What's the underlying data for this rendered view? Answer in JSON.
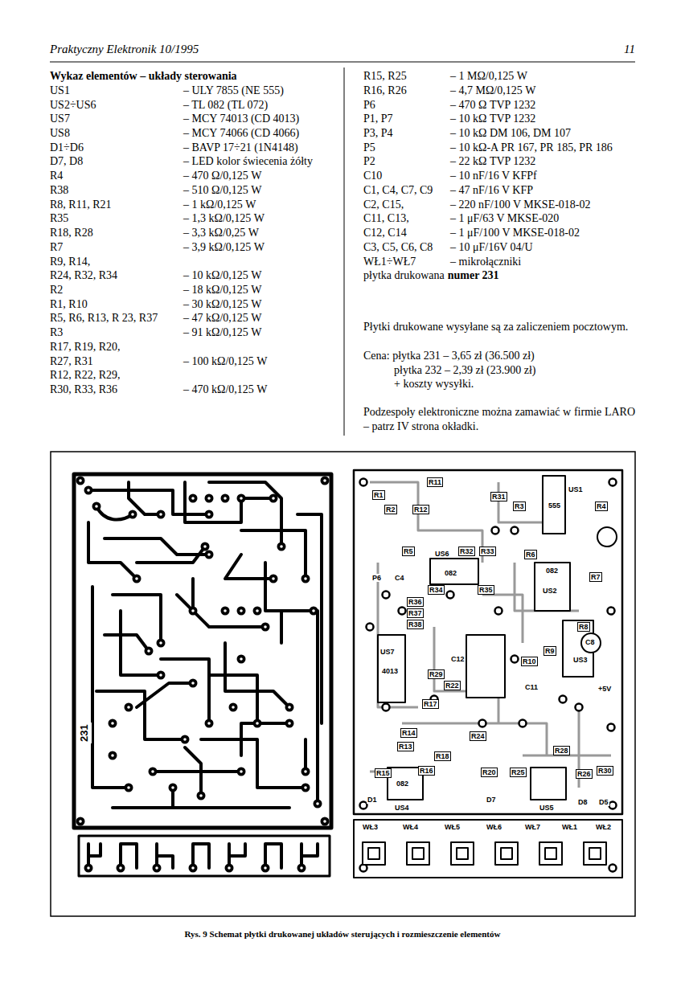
{
  "diagram": {
    "title": "Wykaz elementów – układy sterowania",
    "caption": "Rys. 9 Schemat płytki drukowanej układów sterujących i rozmieszczenie elementów",
    "labels": [
      "Praktyczny Elektronik 10/1995",
      "11",
      "US1",
      "– ULY 7855 (NE 555)",
      "US2÷US6",
      "– TL 082 (TL 072)",
      "US7",
      "– MCY 74013 (CD 4013)",
      "US8",
      "– MCY 74066 (CD 4066)",
      "D1÷D6",
      "– BAVP 17÷21 (1N4148)",
      "D7, D8",
      "– LED kolor świecenia żółty",
      "R4",
      "– 470 Ω/0,125 W",
      "R38",
      "– 510 Ω/0,125 W",
      "R8, R11, R21",
      "– 1 kΩ/0,125 W",
      "R35",
      "– 1,3 kΩ/0,125 W",
      "R18, R28",
      "– 3,3 kΩ/0,25 W",
      "R7",
      "– 3,9 kΩ/0,125 W",
      "R9, R14,",
      "R24, R32, R34",
      "– 10 kΩ/0,125 W",
      "R2",
      "– 18 kΩ/0,125 W",
      "R1, R10",
      "– 30 kΩ/0,125 W",
      "R5, R6, R13, R 23, R37",
      "– 47 kΩ/0,125 W",
      "R3",
      "– 91 kΩ/0,125 W",
      "R17, R19, R20,",
      "R27, R31",
      "– 100 kΩ/0,125 W",
      "R12, R22, R29,",
      "R30, R33, R36",
      "– 470 kΩ/0,125 W",
      "R15, R25",
      "– 1 MΩ/0,125 W",
      "R16, R26",
      "– 4,7 MΩ/0,125 W",
      "P6",
      "– 470 Ω TVP 1232",
      "P1, P7",
      "– 10 kΩ TVP 1232",
      "P3, P4",
      "– 10 kΩ DM 106, DM 107",
      "P5",
      "– 10 kΩ-A PR 167, PR 185, PR 186",
      "P2",
      "– 22 kΩ TVP 1232",
      "C10",
      "– 10 nF/16 V KFPf",
      "C1, C4, C7, C9",
      "– 47 nF/16 V KFP",
      "C2, C15,",
      "– 220 nF/100 V MKSE-018-02",
      "C11, C13,",
      "– 1 μF/63 V MKSE-020",
      "C12, C14",
      "– 1 μF/100 V MKSE-018-02",
      "C3, C5, C6, C8",
      "– 10 μF/16V 04/U",
      "WŁ1÷WŁ7",
      "– mikrołączniki",
      "płytka drukowana",
      "numer 231",
      "Płytki drukowane wysyłane są za zaliczeniem pocztowym.",
      "Cena: płytka 231 – 3,65 zł (36.500 zł)",
      "płytka 232 – 2,39 zł (23.900 zł)",
      "+ koszty wysyłki.",
      "Podzespoły elektroniczne można zamawiać w firmie LARO – patrz IV strona okładki.",
      "R11",
      "R1",
      "R2",
      "R12",
      "R31",
      "R3",
      "555",
      "US1",
      "R4",
      "R5",
      "US6",
      "R32",
      "R33",
      "R6",
      "082",
      "R34",
      "R35",
      "R36",
      "R37",
      "R38",
      "P6",
      "C4",
      "US2",
      "082",
      "R7",
      "R8",
      "C8",
      "US3",
      "US7",
      "4013",
      "R29",
      "R22",
      "C12",
      "C11",
      "R10",
      "R9",
      "+5V",
      "R17",
      "R14",
      "R13",
      "R24",
      "R15",
      "R16",
      "R18",
      "R20",
      "R25",
      "R26",
      "R28",
      "R30",
      "D1",
      "US4",
      "D7",
      "US5",
      "D8",
      "D5",
      "082",
      "WŁ3",
      "WŁ4",
      "WŁ5",
      "WŁ6",
      "WŁ7",
      "WŁ1",
      "WŁ2",
      "231"
    ]
  }
}
